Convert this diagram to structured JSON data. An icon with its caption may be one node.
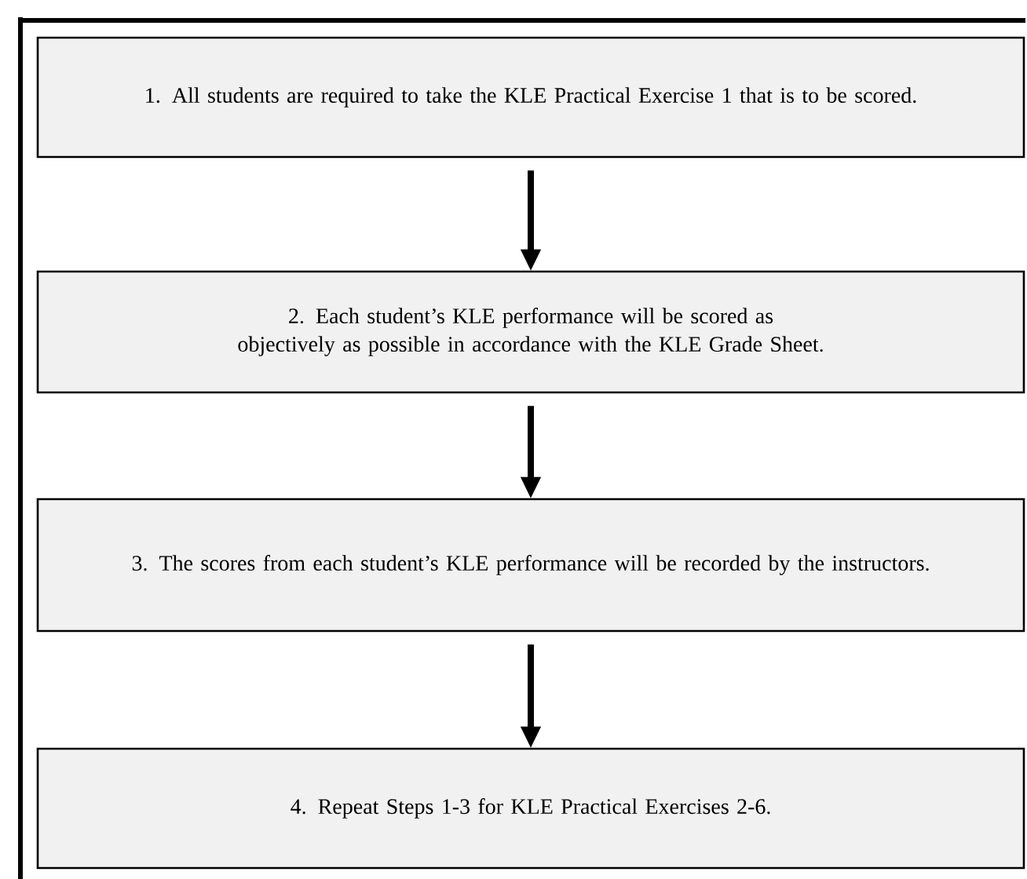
{
  "diagram": {
    "nodes": [
      {
        "text": [
          "1. All students are required to take the KLE Practical Exercise 1 that is to be scored."
        ]
      },
      {
        "text": [
          "2. Each student’s KLE performance will be scored as objectively as possible in accordance with the KLE Grade Sheet."
        ]
      },
      {
        "text": [
          "3. The scores from each student’s KLE performance will be recorded by the instructors."
        ]
      },
      {
        "text": [
          "4. Repeat Steps 1-3 for KLE Practical Exercises 2-6."
        ]
      }
    ],
    "edges": [
      {
        "from": 0,
        "to": 1,
        "arrow": "to"
      },
      {
        "from": 1,
        "to": 2,
        "arrow": "to"
      },
      {
        "from": 2,
        "to": 3,
        "arrow": "to"
      }
    ]
  }
}
